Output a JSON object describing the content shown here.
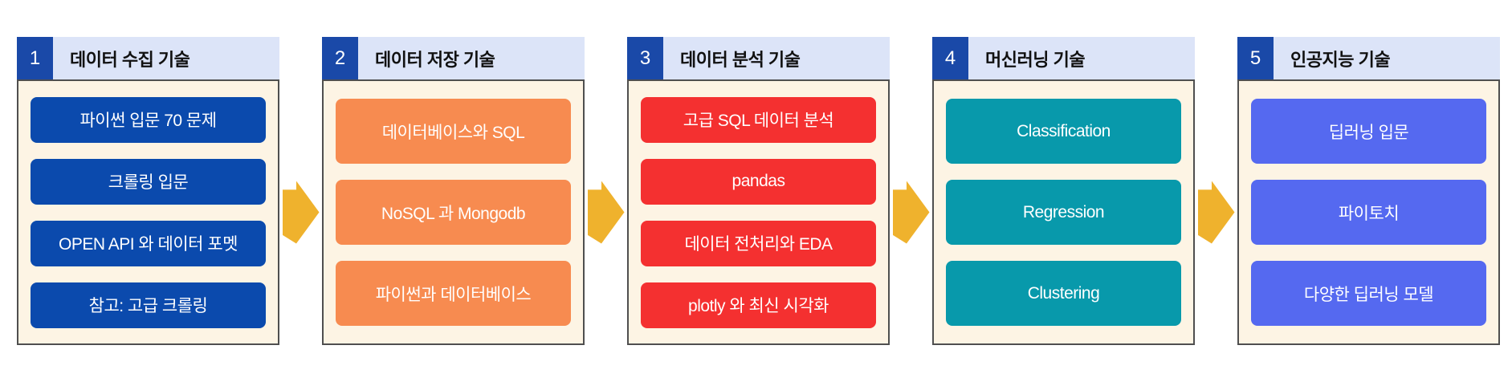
{
  "diagram": {
    "arrow_color": "#efb22d",
    "panel_border_color": "#4f4f4f",
    "header_bg": "#dce4f8",
    "header_number_bg": "#1a49a8",
    "body_bg": "#fdf4e4",
    "panels": [
      {
        "number": "1",
        "title": "데이터 수집 기술",
        "item_color": "#0b4aad",
        "item_text_color": "#ffffff",
        "items": [
          "파이썬 입문 70 문제",
          "크롤링 입문",
          "OPEN API 와 데이터 포멧",
          "참고: 고급 크롤링"
        ]
      },
      {
        "number": "2",
        "title": "데이터 저장 기술",
        "item_color": "#f78b50",
        "item_text_color": "#ffffff",
        "items": [
          "데이터베이스와 SQL",
          "NoSQL 과 Mongodb",
          "파이썬과 데이터베이스"
        ]
      },
      {
        "number": "3",
        "title": "데이터 분석 기술",
        "item_color": "#f43030",
        "item_text_color": "#ffffff",
        "items": [
          "고급 SQL 데이터 분석",
          "pandas",
          "데이터 전처리와 EDA",
          "plotly 와 최신 시각화"
        ]
      },
      {
        "number": "4",
        "title": "머신러닝 기술",
        "item_color": "#0899ab",
        "item_text_color": "#ffffff",
        "items": [
          "Classification",
          "Regression",
          "Clustering"
        ]
      },
      {
        "number": "5",
        "title": "인공지능 기술",
        "item_color": "#5569f0",
        "item_text_color": "#ffffff",
        "items": [
          "딥러닝 입문",
          "파이토치",
          "다양한 딥러닝 모델"
        ]
      }
    ]
  }
}
